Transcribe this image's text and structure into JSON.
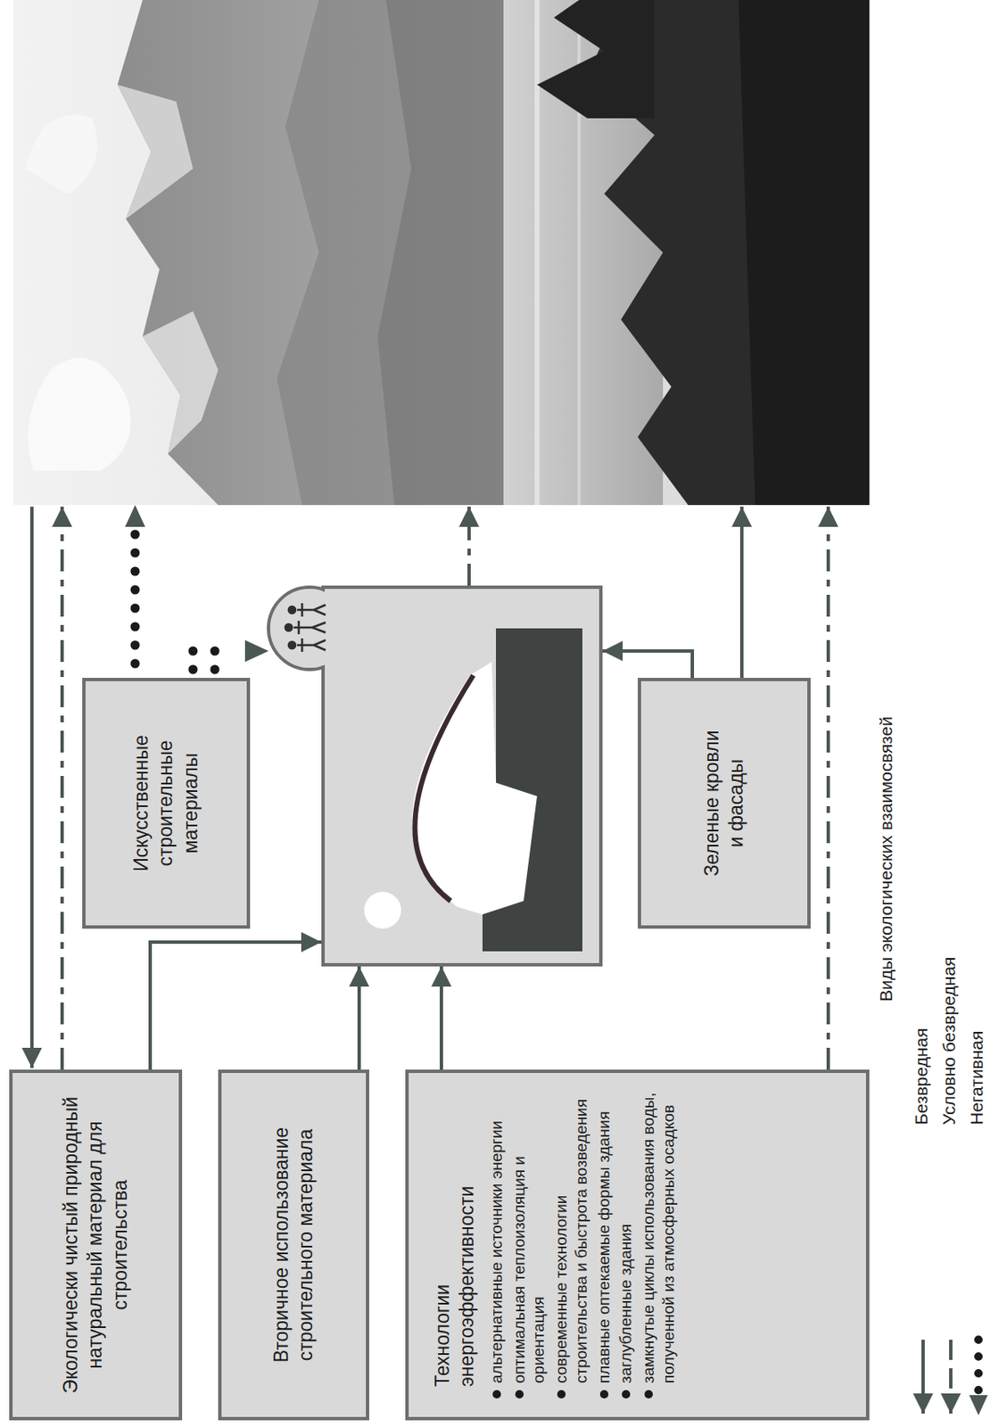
{
  "diagram": {
    "nodes": [
      {
        "text": [
          "Экологически чистый природный натуральный материал для строительства"
        ]
      },
      {
        "text": [
          "Вторичное использование строительного материала"
        ]
      },
      {
        "text": [
          "Технологии энергоэффективности",
          "альтернативные источники энергии",
          "оптимальная теплоизоляция и ориентация",
          "современные технологии строительства и быстрота возведения",
          "плавные оптекаемые формы здания",
          "заглубленные здания",
          "замкнутые циклы использования воды, полученной из атмосферных осадков"
        ]
      },
      {
        "text": [
          "Искусственные строительные материалы"
        ]
      },
      {
        "text": [
          "Зеленые кровли и фасады"
        ]
      }
    ],
    "labels": [
      "Виды экологических взаимосвязей"
    ],
    "legend": [
      {
        "text": "Безвредная"
      },
      {
        "text": "Условно безвредная"
      },
      {
        "text": "Негативная"
      }
    ]
  }
}
